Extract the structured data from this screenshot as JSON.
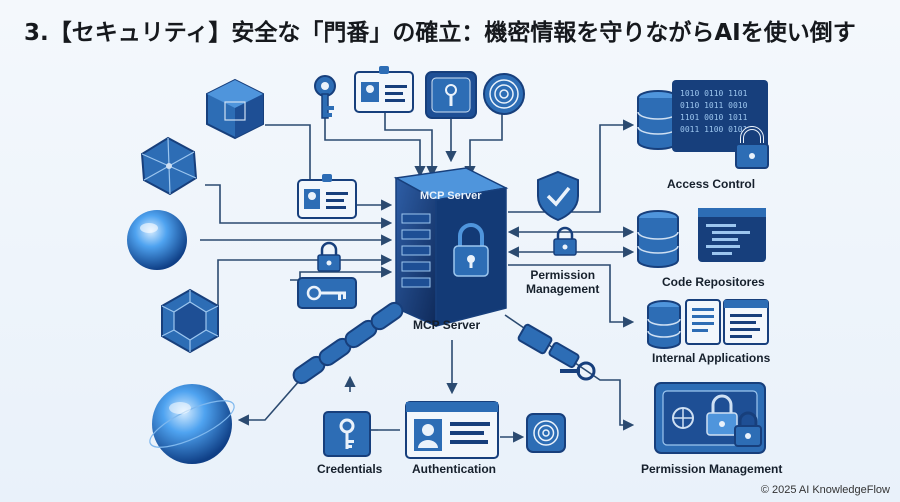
{
  "title": "3.【セキュリティ】安全な「門番」の確立：機密情報を守りながらAIを使い倒す",
  "center": {
    "server_label_top": "MCP Server",
    "server_label_bottom": "MCP Server"
  },
  "middle": {
    "permission_label": "Permission\nManagement"
  },
  "right": {
    "access_control": "Access Control",
    "code_repositories": "Code Repositores",
    "internal_applications": "Internal Applications",
    "permission_management": "Permission Management"
  },
  "bottom": {
    "credentials": "Credentials",
    "authentication": "Authentication"
  },
  "footer": "© 2025 AI KnowledgeFlow",
  "colors": {
    "dark_blue": "#173f7c",
    "mid_blue": "#2d6db5",
    "light_blue": "#4f95dc",
    "pale_blue": "#cfe0f3",
    "line": "#2b4a70"
  },
  "icons": [
    "cube-icon",
    "polyhedron-icon",
    "globe-orb-icon",
    "key-icon",
    "id-card-icon",
    "fingerprint-icon",
    "padlock-icon",
    "shield-check-icon",
    "database-icon",
    "code-window-icon",
    "vault-icon",
    "chain-icon",
    "server-icon"
  ]
}
